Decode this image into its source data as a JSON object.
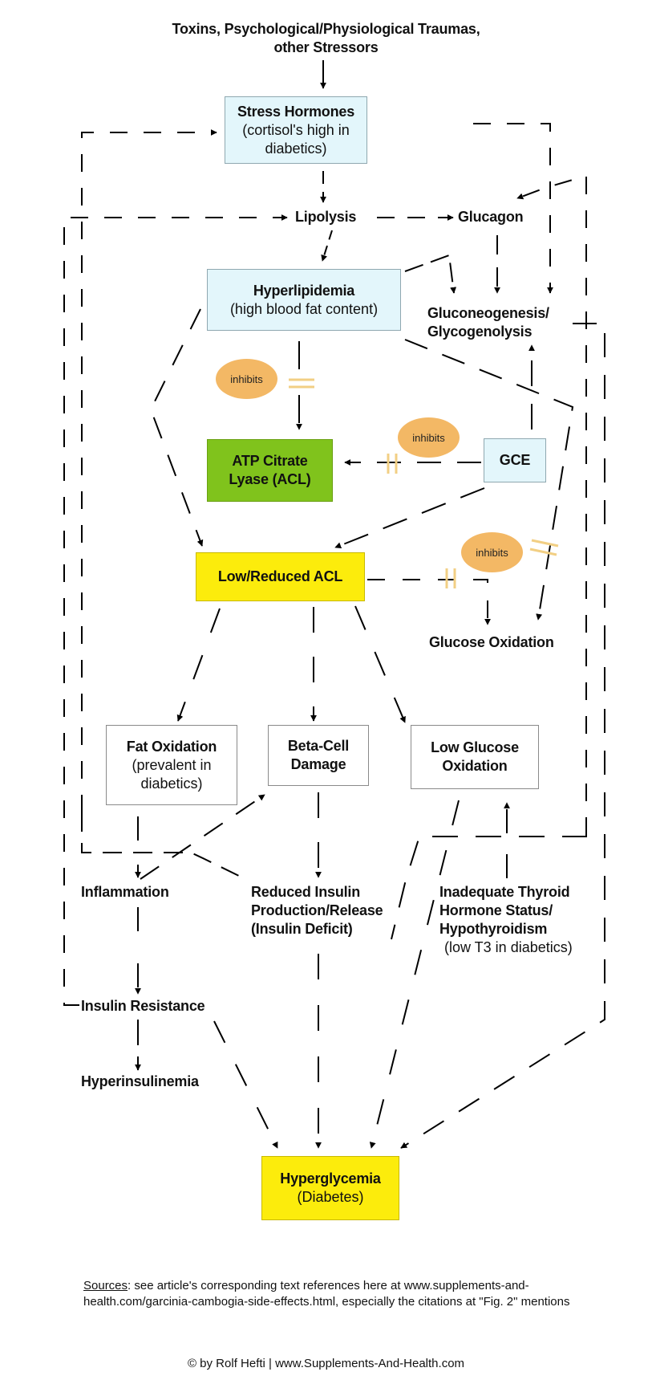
{
  "diagram": {
    "title_source": {
      "line1": "Toxins, Psychological/Physiological Traumas,",
      "line2": "other Stressors"
    },
    "nodes": {
      "stress_hormones": {
        "title": "Stress Hormones",
        "subtitle": "(cortisol's high in diabetics)",
        "color": "#e3f6fb"
      },
      "lipolysis": {
        "title": "Lipolysis"
      },
      "glucagon": {
        "title": "Glucagon"
      },
      "hyperlipidemia": {
        "title": "Hyperlipidemia",
        "subtitle": "(high blood fat content)",
        "color": "#e3f6fb"
      },
      "gluconeogenesis": {
        "line1": "Gluconeogenesis/",
        "line2": "Glycogenolysis"
      },
      "acl": {
        "line1": "ATP Citrate",
        "line2": "Lyase (ACL)",
        "color": "#80c31c"
      },
      "gce": {
        "title": "GCE",
        "color": "#e3f6fb"
      },
      "low_acl": {
        "title": "Low/Reduced ACL",
        "color": "#fcec0c"
      },
      "glucose_oxidation": {
        "title": "Glucose Oxidation"
      },
      "fat_oxidation": {
        "title": "Fat Oxidation",
        "line2": "(prevalent in",
        "line3": "diabetics)"
      },
      "beta_cell": {
        "line1": "Beta-Cell",
        "line2": "Damage"
      },
      "low_glucose_oxidation": {
        "line1": "Low Glucose",
        "line2": "Oxidation"
      },
      "inflammation": {
        "title": "Inflammation"
      },
      "reduced_insulin": {
        "line1": "Reduced Insulin",
        "line2": "Production/Release",
        "line3": "(Insulin Deficit)"
      },
      "thyroid": {
        "line1": "Inadequate Thyroid",
        "line2": "Hormone Status/",
        "line3": "Hypothyroidism",
        "line4": "(low T3 in diabetics)"
      },
      "insulin_resistance": {
        "title": "Insulin Resistance"
      },
      "hyperinsulinemia": {
        "title": "Hyperinsulinemia"
      },
      "hyperglycemia": {
        "title": "Hyperglycemia",
        "subtitle": "(Diabetes)",
        "color": "#fcec0c"
      }
    },
    "inhibit_labels": [
      "inhibits",
      "inhibits",
      "inhibits"
    ],
    "inhibit_color": "#f3b865",
    "inhibit_bar_color": "#f2cf84"
  },
  "footer": {
    "sources_label": "Sources",
    "sources_text": ": see article's corresponding text references here at www.supplements-and-health.com/garcinia-cambogia-side-effects.html, especially the citations at \"Fig. 2\" mentions",
    "copyright": "© by Rolf Hefti | www.Supplements-And-Health.com"
  }
}
